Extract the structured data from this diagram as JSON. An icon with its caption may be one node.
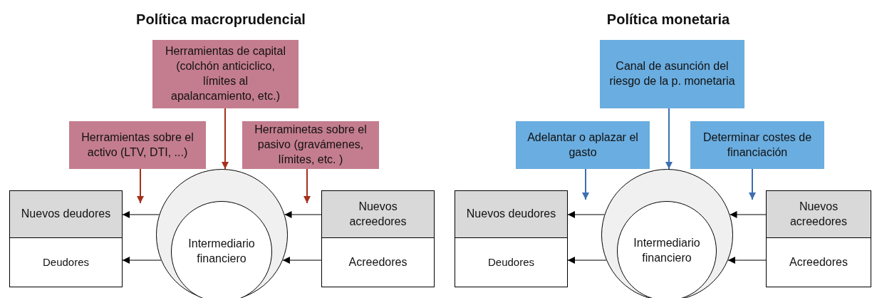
{
  "diagram": {
    "nodes": [
      {
        "text": [
          "Herramientas de capital (colchón anticiclico, límites al apalancamiento, etc.)"
        ]
      },
      {
        "text": [
          "Herramientas sobre el activo (LTV, DTI, ...)"
        ]
      },
      {
        "text": [
          "Herraminetas sobre el pasivo (gravámenes, límites, etc. )"
        ]
      },
      {
        "text": [
          "Nuevos deudores"
        ]
      },
      {
        "text": [
          "Deudores"
        ]
      },
      {
        "text": [],
        "shape": "circle"
      },
      {
        "text": [
          "Intermediario financiero"
        ],
        "in": 5
      },
      {
        "text": [
          "Nuevos acreedores"
        ]
      },
      {
        "text": [
          "Acreedores"
        ]
      },
      {
        "text": [
          "Canal de asunción del riesgo de la p. monetaria"
        ]
      },
      {
        "text": [
          "Adelantar o aplazar el gasto"
        ]
      },
      {
        "text": [
          "Determinar costes de financiación"
        ]
      },
      {
        "text": [
          "Nuevos deudores"
        ]
      },
      {
        "text": [
          "Deudores"
        ]
      },
      {
        "text": [],
        "shape": "circle"
      },
      {
        "text": [
          "Intermediario financiero"
        ],
        "in": 14
      },
      {
        "text": [
          "Nuevos acreedores"
        ]
      },
      {
        "text": [
          "Acreedores"
        ]
      }
    ],
    "edges": [
      {
        "from": 0,
        "to": 5,
        "arrow": "to",
        "color": "#a5301c"
      },
      {
        "from": 1,
        "to": 3,
        "arrow": "to",
        "color": "#a5301c"
      },
      {
        "from": 2,
        "to": 7,
        "arrow": "to",
        "color": "#a5301c"
      },
      {
        "from": 5,
        "to": 3,
        "arrow": "to"
      },
      {
        "from": 5,
        "to": 4,
        "arrow": "to"
      },
      {
        "from": 7,
        "to": 5,
        "arrow": "to"
      },
      {
        "from": 8,
        "to": 5,
        "arrow": "to"
      },
      {
        "from": 9,
        "to": 14,
        "arrow": "to",
        "color": "#3d6fb0"
      },
      {
        "from": 10,
        "to": 12,
        "arrow": "to",
        "color": "#3d6fb0"
      },
      {
        "from": 11,
        "to": 16,
        "arrow": "to",
        "color": "#3d6fb0"
      },
      {
        "from": 14,
        "to": 12,
        "arrow": "to"
      },
      {
        "from": 14,
        "to": 13,
        "arrow": "to"
      },
      {
        "from": 16,
        "to": 14,
        "arrow": "to"
      },
      {
        "from": 17,
        "to": 14,
        "arrow": "to"
      }
    ],
    "labels": [
      "Política macroprudencial",
      "Política monetaria"
    ]
  }
}
